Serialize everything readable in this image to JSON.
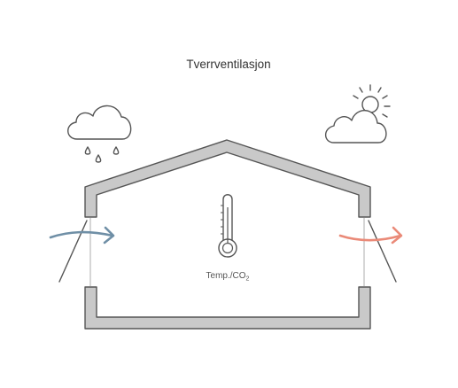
{
  "title": "Tverrventilasjon",
  "sensor": {
    "label_main": "Temp./CO",
    "label_subscript": "2"
  },
  "icons": {
    "left_weather": "rain-cloud-icon",
    "right_weather": "sun-cloud-icon",
    "sensor": "thermometer-icon",
    "airflow_in": "arrow-right-icon",
    "airflow_out": "arrow-right-icon"
  },
  "colors": {
    "airflow_in": "#6f8fa6",
    "airflow_out": "#ea8a78",
    "wall_fill": "#c9c9c9",
    "line": "#555555"
  }
}
